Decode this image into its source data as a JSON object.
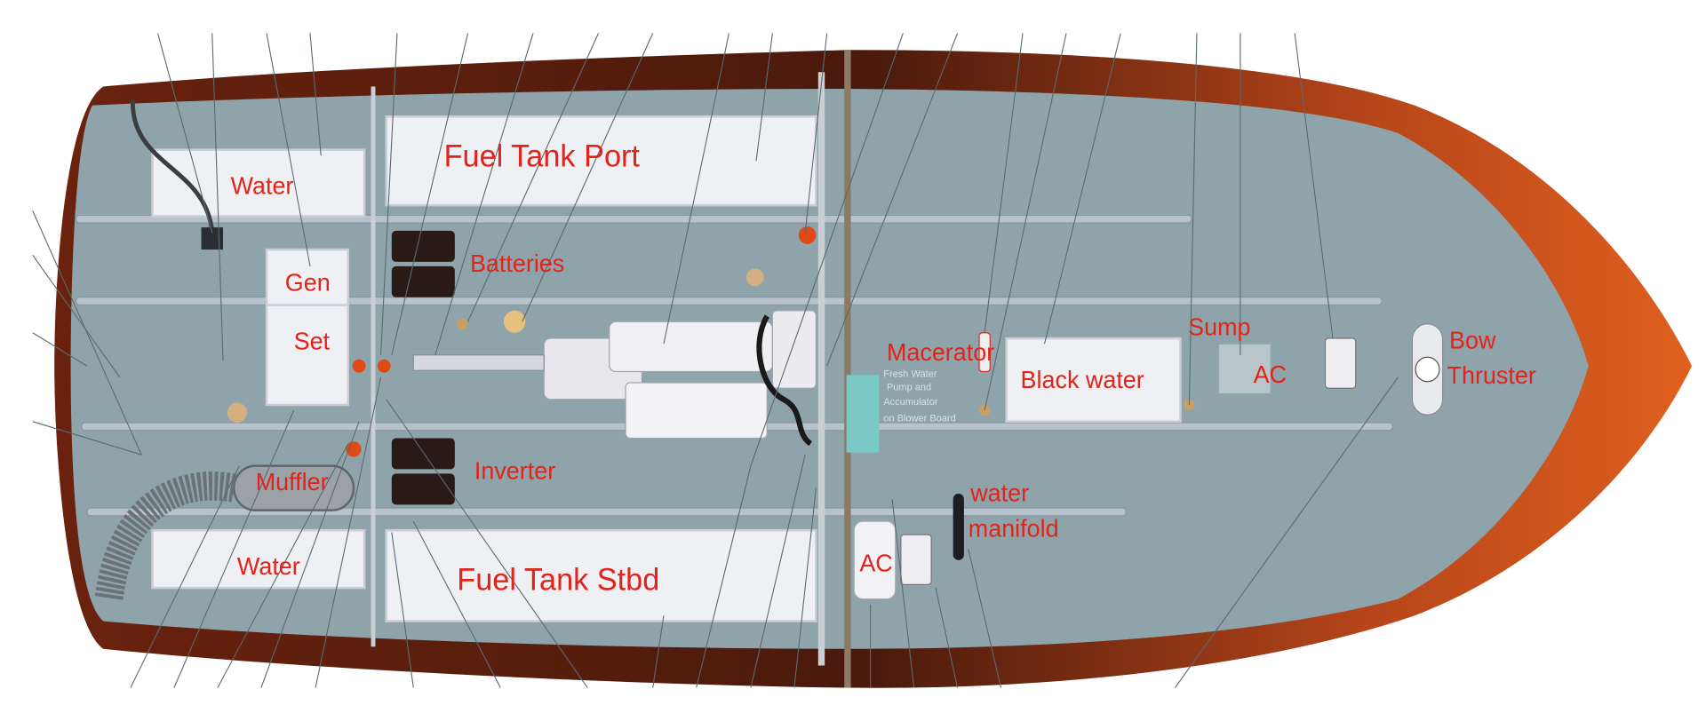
{
  "diagram": {
    "colors": {
      "label": "#e2231a",
      "deck": "#8fa3ab",
      "hull_dark": "#5a1c0c",
      "hull_bow": "#d0501e"
    },
    "labels": {
      "water_port": "Water",
      "fuel_tank_port": "Fuel Tank Port",
      "gen": "Gen",
      "set": "Set",
      "batteries": "Batteries",
      "macerator": "Macerator",
      "fresh_water_line1": "Fresh Water",
      "fresh_water_line2": "Pump and",
      "fresh_water_line3": "Accumulator",
      "fresh_water_line4": "on Blower Board",
      "black_water": "Black water",
      "sump": "Sump",
      "ac_forward": "AC",
      "bow": "Bow",
      "thruster": "Thruster",
      "muffler": "Muffler",
      "inverter": "Inverter",
      "water_manifold_1": "water",
      "water_manifold_2": "manifold",
      "water_stbd": "Water",
      "fuel_tank_stbd": "Fuel Tank Stbd",
      "ac_aft": "AC"
    }
  }
}
